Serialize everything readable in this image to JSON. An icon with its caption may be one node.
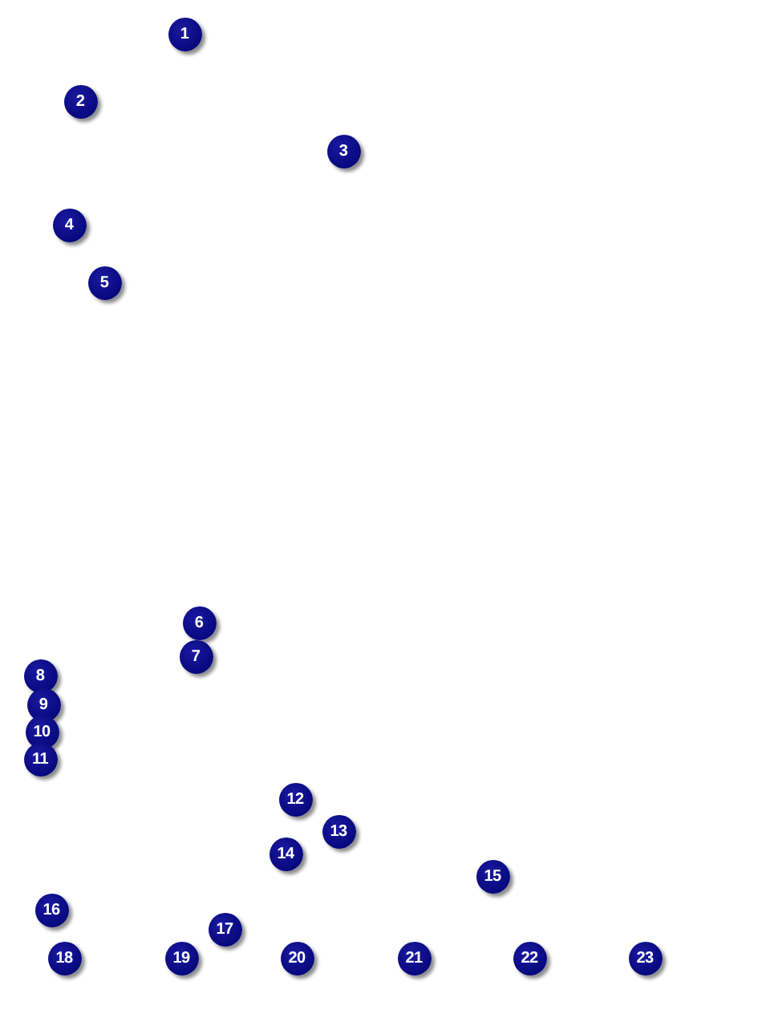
{
  "diagram": {
    "nodes": [
      {
        "text": [
          "1"
        ]
      },
      {
        "text": [
          "2"
        ]
      },
      {
        "text": [
          "3"
        ]
      },
      {
        "text": [
          "4"
        ]
      },
      {
        "text": [
          "5"
        ]
      },
      {
        "text": [
          "6"
        ]
      },
      {
        "text": [
          "7"
        ]
      },
      {
        "text": [
          "8"
        ]
      },
      {
        "text": [
          "9"
        ]
      },
      {
        "text": [
          "10"
        ]
      },
      {
        "text": [
          "11"
        ]
      },
      {
        "text": [
          "12"
        ]
      },
      {
        "text": [
          "13"
        ]
      },
      {
        "text": [
          "14"
        ]
      },
      {
        "text": [
          "15"
        ]
      },
      {
        "text": [
          "16"
        ]
      },
      {
        "text": [
          "17"
        ]
      },
      {
        "text": [
          "18"
        ]
      },
      {
        "text": [
          "19"
        ]
      },
      {
        "text": [
          "20"
        ]
      },
      {
        "text": [
          "21"
        ]
      },
      {
        "text": [
          "22"
        ]
      },
      {
        "text": [
          "23"
        ]
      }
    ]
  }
}
